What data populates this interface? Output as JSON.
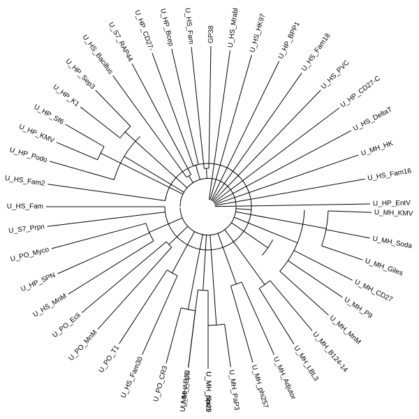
{
  "tree": {
    "layout": "circular",
    "tips": [
      "U_HP_EntV",
      "U_HS_Fam16",
      "U_MH_HK",
      "U_HS_DeltaT",
      "U_HP_CD27-C",
      "U_HS_PVC",
      "U_HS_Fam18",
      "U_HP_BPP1",
      "U_HS_HK97",
      "U_HS_Mrabl",
      "GP38",
      "U_HS_Fam",
      "U_HP_Bcep",
      "U_HP_CD27-",
      "U_S7_RAP44",
      "U_HS_Bacillus",
      "U_HP_Sep3",
      "U_HP_K1",
      "U_HP_Sf6",
      "U_HP_KMV",
      "U_HP_Podo",
      "U_HS_Fam2",
      "U_HS_Fam",
      "U_S7_Prpn",
      "U_PO_Myco",
      "U_HP_SPN",
      "U_HS_MnM",
      "U_PO_Ecli",
      "U_PO_MnM",
      "U_PO_T1",
      "U_HS_Fam30",
      "U_PO_CR3",
      "U_MH_AHJD",
      "U_MH_phi29",
      "U_MH_Epsi",
      "U_MH_Spo1",
      "U_MH_PaP3",
      "U_MH_phi257",
      "U_MH_Adjutor",
      "U_MH_LBL3",
      "U_MH_B124-14",
      "U_MH_MnM",
      "U_MH_P9",
      "U_MH_CD27",
      "U_MH_Giles",
      "U_MH_Soda",
      "U_MH_KMV"
    ]
  }
}
